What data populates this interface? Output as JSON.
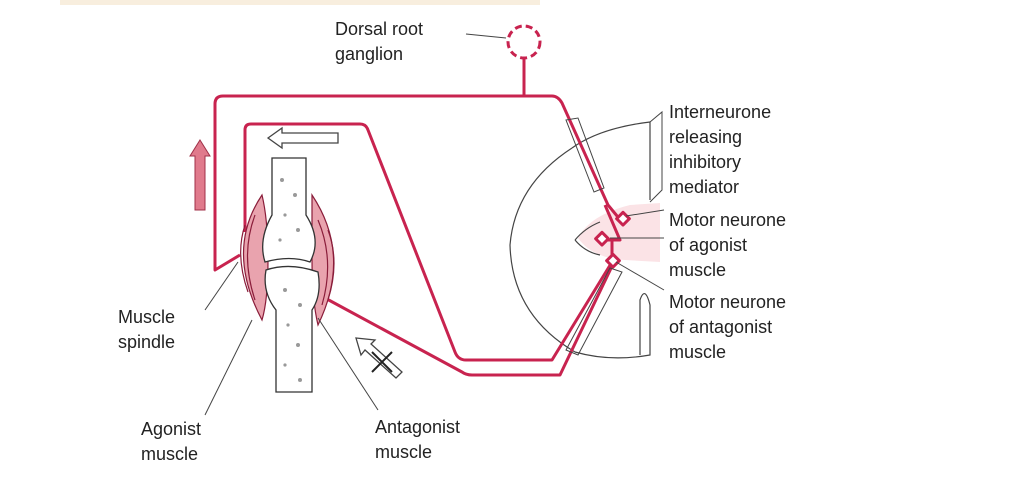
{
  "colors": {
    "nerve": "#c8234f",
    "arrow_fill": "#e07a8c",
    "outline": "#444444",
    "tint": "#fbe3e6"
  },
  "labels": {
    "dorsal_root": [
      "Dorsal root",
      "ganglion"
    ],
    "interneurone": [
      "Interneurone",
      "releasing",
      "inhibitory",
      "mediator"
    ],
    "motor_agonist": [
      "Motor neurone",
      "of agonist",
      "muscle"
    ],
    "motor_antagonist": [
      "Motor neurone",
      "of antagonist",
      "muscle"
    ],
    "muscle_spindle": [
      "Muscle",
      "spindle"
    ],
    "agonist": [
      "Agonist",
      "muscle"
    ],
    "antagonist": [
      "Antagonist",
      "muscle"
    ]
  }
}
